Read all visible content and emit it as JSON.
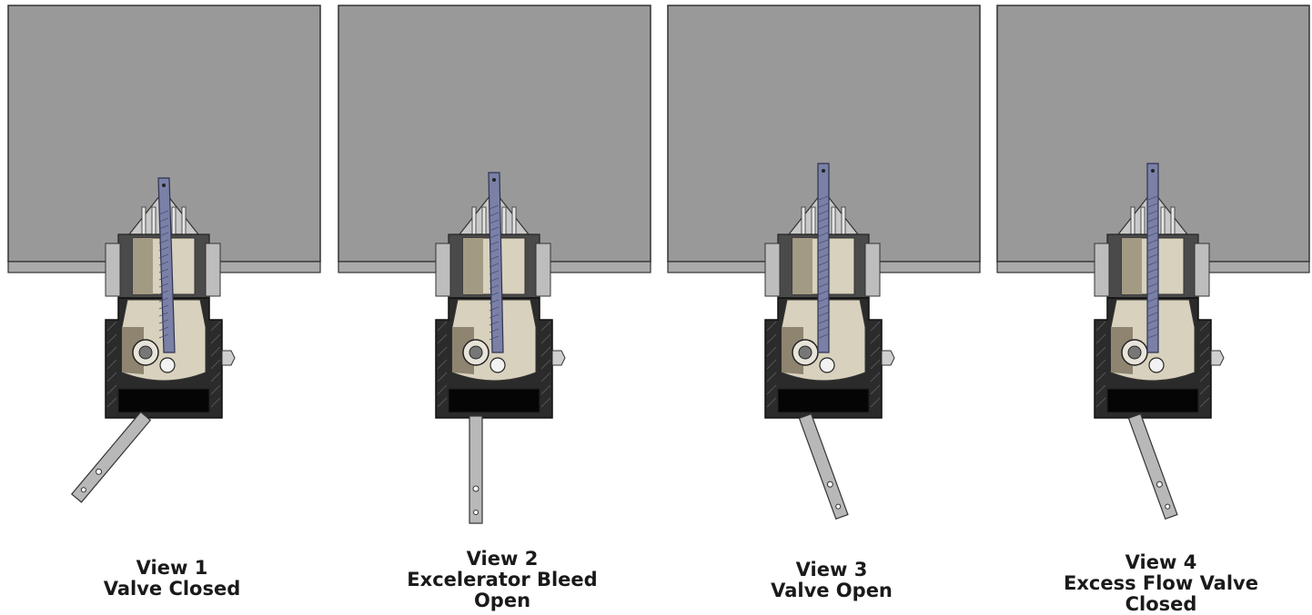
{
  "figure": {
    "views": [
      {
        "title": "View 1",
        "lines": [
          "Valve Closed"
        ],
        "handle_angle_deg": 40
      },
      {
        "title": "View 2",
        "lines": [
          "Excelerator Bleed",
          "Open"
        ],
        "handle_angle_deg": 0
      },
      {
        "title": "View 3",
        "lines": [
          "Valve Open"
        ],
        "handle_angle_deg": -20
      },
      {
        "title": "View 4",
        "lines": [
          "Excess Flow Valve",
          "Closed"
        ],
        "handle_angle_deg": -20
      }
    ],
    "colors": {
      "tank": "#999999",
      "tank_edge": "#3a3a3a",
      "flange": "#aaaaaa",
      "body_dark": "#2b2b2b",
      "body_mid": "#4a4a4a",
      "brass": "#d8d1bd",
      "brass_shadow": "#8e8470",
      "stem": "#7a80a6",
      "handle": "#b8b8b8"
    }
  }
}
